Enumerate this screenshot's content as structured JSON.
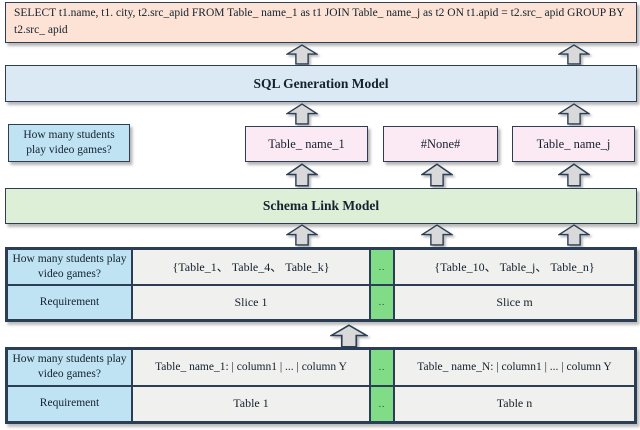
{
  "palette": {
    "border": "#2c3e55",
    "sql_box_fill": "#fce3d5",
    "blue_model_fill": "#dbe9f5",
    "green_model_fill": "#ddefd6",
    "pink_fill": "#fbe9f4",
    "question_fill": "#bfe3f3",
    "cell_fill": "#f0f0ee",
    "separator_fill": "#80dc87",
    "arrow_fill": "#d9d9d9"
  },
  "sql_query": {
    "text": "SELECT t1.name, t1. city, t2.src_apid FROM Table_ name_1 as t1 JOIN Table_ name_j as t2 ON t1.apid = t2.src_ apid GROUP BY t2.src_ apid"
  },
  "models": {
    "sql_generation": "SQL Generation Model",
    "schema_link": "Schema Link Model"
  },
  "question": {
    "text": "How many students play video games?"
  },
  "link_outputs": [
    {
      "label": "Table_ name_1"
    },
    {
      "label": "#None#"
    },
    {
      "label": "Table_ name_j"
    }
  ],
  "slice_table": {
    "row_question": {
      "header": "How many students play video games?",
      "left": "{Table_1、 Table_4、 Table_k}",
      "separator": "..",
      "right": "{Table_10、 Table_j、 Table_n}"
    },
    "row_requirement": {
      "header": "Requirement",
      "left": "Slice 1",
      "separator": "..",
      "right": "Slice m"
    }
  },
  "schema_table": {
    "row_question": {
      "header": "How many students play video games?",
      "left": "Table_ name_1: | column1 | ... | column Y",
      "separator": "..",
      "right": "Table_ name_N: | column1 | ... | column Y"
    },
    "row_requirement": {
      "header": "Requirement",
      "left": "Table 1",
      "separator": "..",
      "right": "Table n"
    }
  }
}
